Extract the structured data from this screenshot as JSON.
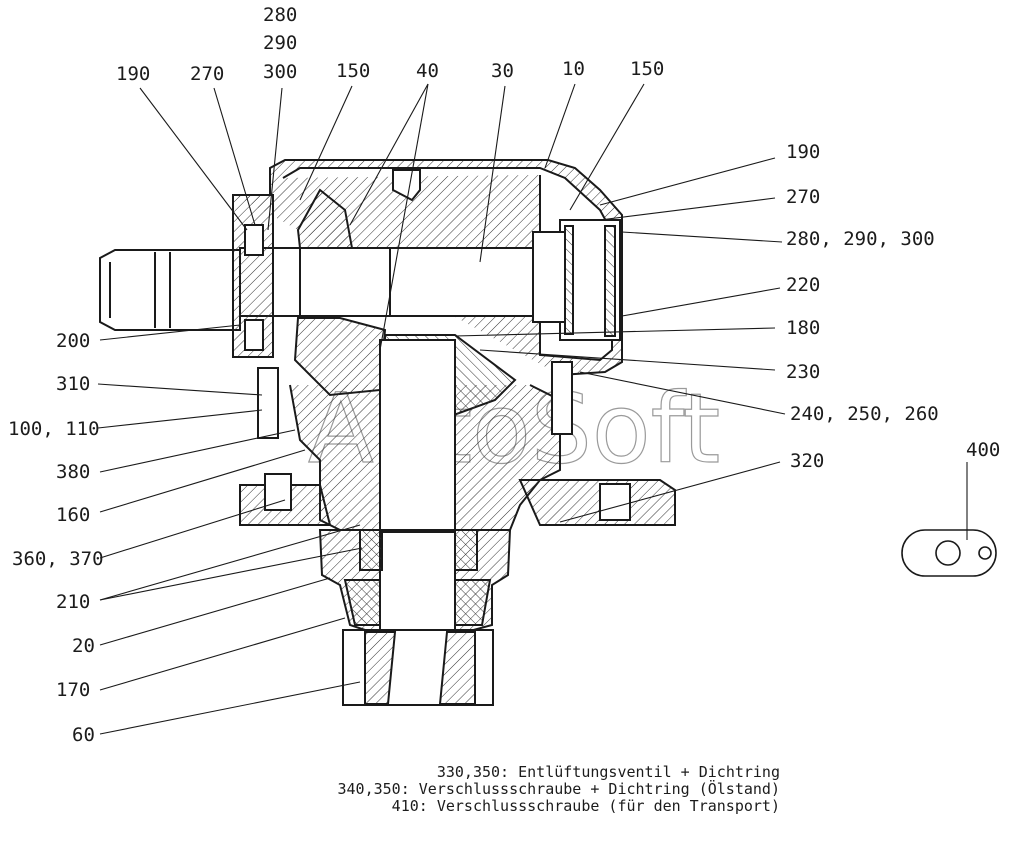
{
  "callouts": {
    "c280": "280",
    "c290": "290",
    "c300": "300",
    "c190_top": "190",
    "c270_top": "270",
    "c150_top": "150",
    "c40": "40",
    "c30": "30",
    "c10": "10",
    "c150_right": "150",
    "c190_right": "190",
    "c270_right": "270",
    "c280_290_300": "280, 290, 300",
    "c220": "220",
    "c180": "180",
    "c230": "230",
    "c240_250_260": "240, 250, 260",
    "c320": "320",
    "c400": "400",
    "c200": "200",
    "c310": "310",
    "c100_110": "100, 110",
    "c380": "380",
    "c160": "160",
    "c360_370": "360, 370",
    "c210": "210",
    "c20": "20",
    "c170": "170",
    "c60": "60"
  },
  "legend": [
    "330,350: Entlüftungsventil + Dichtring",
    "340,350: Verschlussschraube + Dichtring (Ölstand)",
    "410: Verschlussschraube (für den Transport)"
  ],
  "watermark": "AutoSoft"
}
